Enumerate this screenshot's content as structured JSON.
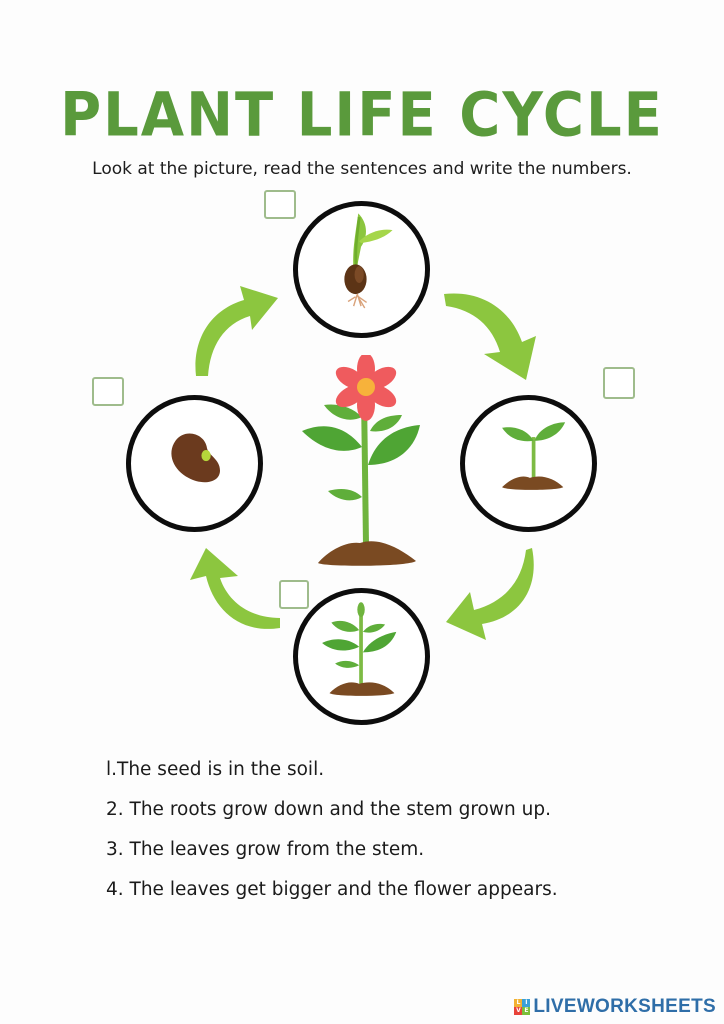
{
  "worksheet": {
    "title": "PLANT LIFE CYCLE",
    "instruction": "Look at the picture, read the sentences and write the numbers.",
    "colors": {
      "title_green": "#5a9a3c",
      "arrow_green": "#8cc63f",
      "answer_box_border": "#9fbc8c",
      "circle_border": "#0d0d0d",
      "seed_brown": "#6b3a1e",
      "soil_brown": "#7a4a22",
      "petal_red": "#ef5b5e",
      "flower_center": "#f7b23b",
      "brand_blue": "#2f6ea8"
    },
    "stages": [
      {
        "id": "top",
        "illustration": "germinating-seed",
        "answer": ""
      },
      {
        "id": "right",
        "illustration": "seedling",
        "answer": ""
      },
      {
        "id": "bottom",
        "illustration": "young-plant",
        "answer": ""
      },
      {
        "id": "left",
        "illustration": "bean-seed",
        "answer": ""
      }
    ],
    "center_illustration": "flowering-plant",
    "sentences": [
      "l.The seed is in the soil.",
      "2. The roots grow down and the stem grown up.",
      "3. The leaves grow from the stem.",
      "4. The leaves get bigger and the flower appears."
    ]
  },
  "footer": {
    "brand": "LIVEWORKSHEETS",
    "logo_letters": [
      "L",
      "I",
      "V",
      "E"
    ],
    "logo_colors": [
      "#f2b233",
      "#3aa0d8",
      "#e8433a",
      "#7bbf3a"
    ]
  }
}
